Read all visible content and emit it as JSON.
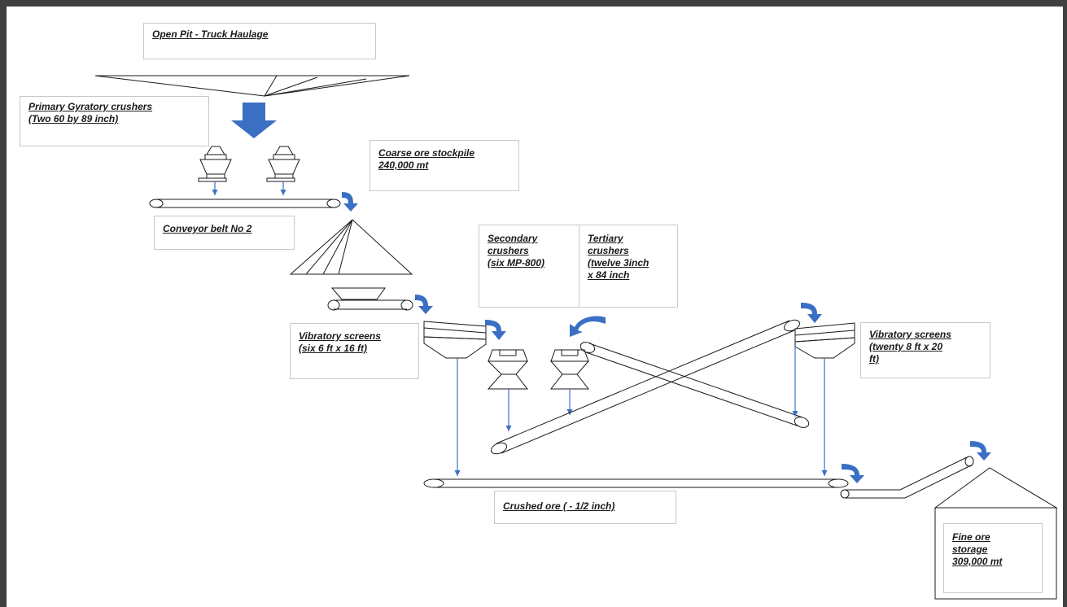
{
  "labels": {
    "open_pit": "Open Pit - Truck Haulage",
    "primary": [
      "Primary Gyratory crushers",
      "(Two 60 by 89 inch)"
    ],
    "stockpile": [
      "Coarse ore stockpile",
      "240,000  mt"
    ],
    "conveyor2": "Conveyor belt No 2",
    "secondary": [
      "Secondary",
      "crushers",
      "(six MP-800)"
    ],
    "tertiary": [
      "Tertiary",
      "crushers",
      "(twelve 3inch",
      "x 84 inch"
    ],
    "vib1": [
      "Vibratory screens",
      "(six 6 ft x 16 ft)"
    ],
    "vib2": [
      "Vibratory screens",
      "(twenty  8 ft x 20",
      "ft)"
    ],
    "crushed": "Crushed ore ( - 1/2 inch)",
    "fine": [
      "Fine ore",
      "storage",
      "309,000  mt"
    ]
  },
  "colors": {
    "arrow": "#3a6fc4",
    "line": "#1a1a1a",
    "border": "#404040"
  }
}
